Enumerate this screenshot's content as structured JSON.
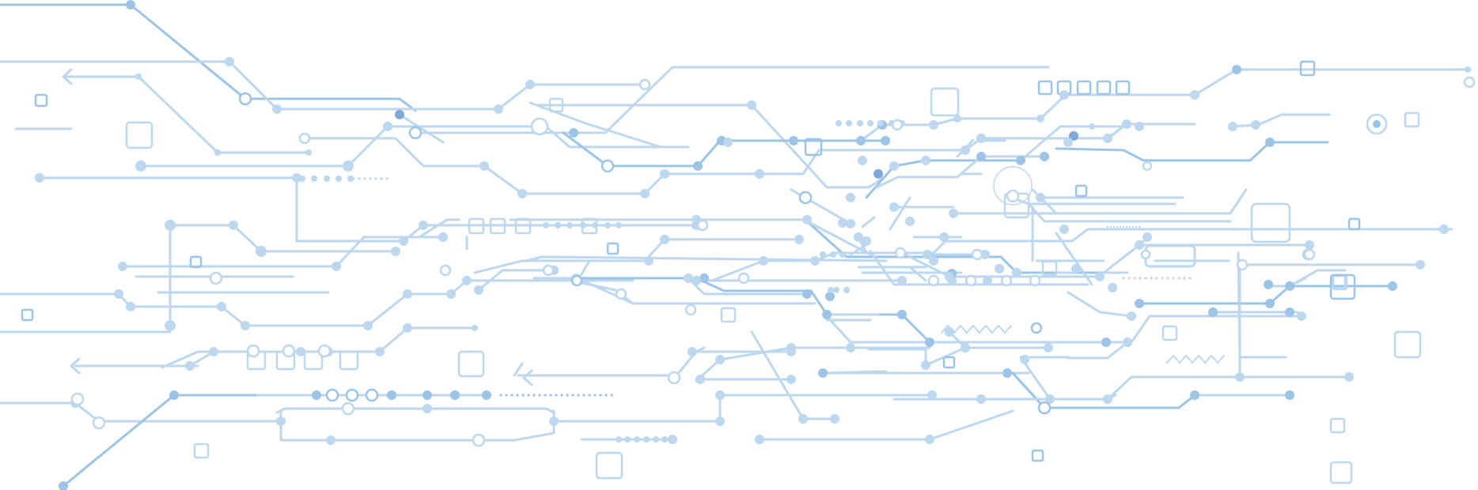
{
  "artwork": {
    "subject": "circuit-board-lines",
    "colors": {
      "background": "#ffffff",
      "light": "#bcd7ee",
      "medium": "#9cc4e6",
      "dark": "#7fa8d6"
    },
    "icon_names": [
      "circuit-trace",
      "solder-node",
      "ring-node",
      "chip-square",
      "arrow-left-icon",
      "resistor-zigzag",
      "target-ring-icon",
      "capacitor-node"
    ]
  }
}
